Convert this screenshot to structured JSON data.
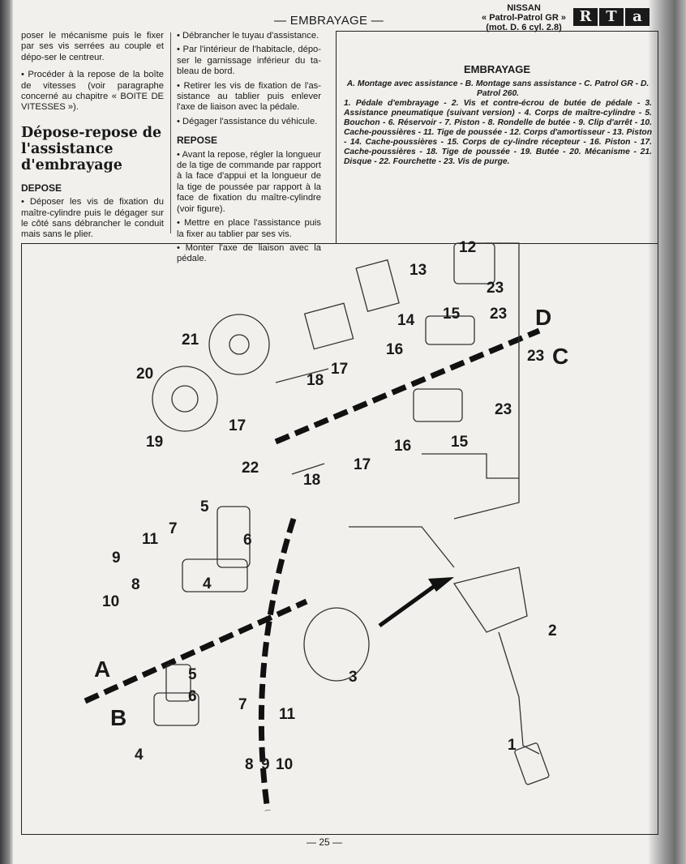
{
  "header": {
    "title": "— EMBRAYAGE —",
    "brand_line1": "NISSAN",
    "brand_line2": "« Patrol-Patrol GR »",
    "brand_line3": "(mot. D. 6 cyl. 2.8)",
    "logo_letters": [
      "R",
      "T",
      "a"
    ]
  },
  "col1": {
    "p1": "poser le mécanisme puis le fixer par ses vis serrées au couple et dépo-ser le centreur.",
    "p2": "• Procéder à la repose de la boîte de vitesses (voir paragraphe concerné au chapitre « BOITE DE VITESSES »).",
    "heading": "Dépose-repose de l'assistance d'embrayage",
    "subheading": "DEPOSE",
    "p3": "• Déposer les vis de fixation du maître-cylindre puis le dégager sur le côté sans débrancher le conduit mais sans le plier."
  },
  "col2": {
    "p1": "• Débrancher le tuyau d'assistance.",
    "p2": "• Par l'intérieur de l'habitacle, dépo-ser le garnissage inférieur du ta-bleau de bord.",
    "p3": "• Retirer les vis de fixation de l'as-sistance au tablier puis enlever l'axe de liaison avec la pédale.",
    "p4": "• Dégager l'assistance du véhicule.",
    "subheading": "REPOSE",
    "p5": "• Avant la repose, régler la longueur de la tige de commande par rapport à la face d'appui et la longueur de la tige de poussée par rapport à la face de fixation du maître-cylindre (voir figure).",
    "p6": "• Mettre en place l'assistance puis la fixer au tablier par ses vis.",
    "p7": "• Monter l'axe de liaison avec la pédale."
  },
  "legend": {
    "title": "EMBRAYAGE",
    "variants": "A. Montage avec assistance - B. Montage sans assistance - C. Patrol GR - D. Patrol 260.",
    "parts": "1. Pédale d'embrayage - 2. Vis et contre-écrou de butée de pédale - 3. Assistance pneumatique (suivant version) - 4. Corps de maître-cylindre - 5. Bouchon - 6. Réservoir - 7. Piston - 8. Rondelle de butée - 9. Clip d'arrêt - 10. Cache-poussières - 11. Tige de poussée - 12. Corps d'amortisseur - 13. Piston - 14. Cache-poussières - 15. Corps de cy-lindre récepteur - 16. Piston - 17. Cache-poussières - 18. Tige de poussée - 19. Butée - 20. Mécanisme - 21. Disque - 22. Fourchette - 23. Vis de purge."
  },
  "diagram": {
    "labels": [
      "12",
      "13",
      "14",
      "15",
      "23",
      "23",
      "D",
      "23",
      "C",
      "21",
      "16",
      "17",
      "18",
      "20",
      "17",
      "19",
      "22",
      "23",
      "16",
      "15",
      "17",
      "18",
      "5",
      "7",
      "11",
      "6",
      "9",
      "8",
      "4",
      "10",
      "A",
      "5",
      "6",
      "3",
      "2",
      "B",
      "7",
      "11",
      "4",
      "8",
      "9",
      "10",
      "1"
    ]
  },
  "footer": {
    "page": "— 25 —"
  }
}
